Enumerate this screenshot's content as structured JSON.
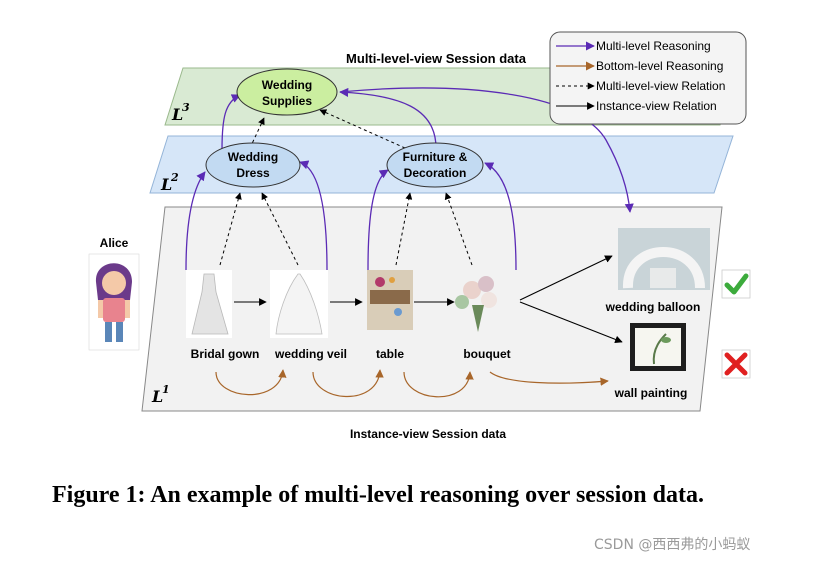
{
  "diagram": {
    "top_title": "Multi-level-view Session data",
    "bottom_title": "Instance-view Session data",
    "levels": {
      "l1": "1",
      "l2": "2",
      "l3": "3",
      "base": "L"
    },
    "user": "Alice",
    "nodes": {
      "wedding_supplies": [
        "Wedding",
        "Supplies"
      ],
      "wedding_dress": [
        "Wedding",
        "Dress"
      ],
      "furniture_decoration": [
        "Furniture &",
        "Decoration"
      ]
    },
    "items": [
      "Bridal gown",
      "wedding veil",
      "table",
      "bouquet"
    ],
    "candidates": {
      "good": "wedding balloon",
      "bad": "wall painting"
    },
    "legend": [
      "Multi-level Reasoning",
      "Bottom-level Reasoning",
      "Multi-level-view Relation",
      "Instance-view Relation"
    ],
    "colors": {
      "purple": "#5b2bb5",
      "brown": "#a8662a",
      "green_plane": "#d9ead3",
      "blue_plane": "#d6e6f8",
      "grey_plane": "#f2f2f2",
      "check": "#3cab3c",
      "cross": "#e02020"
    },
    "icons": [
      "checkmark-icon",
      "cross-icon",
      "person-icon"
    ]
  },
  "caption": "Figure 1: An example of multi-level reasoning over session data.",
  "watermark": "CSDN @西西弗的小蚂蚁"
}
